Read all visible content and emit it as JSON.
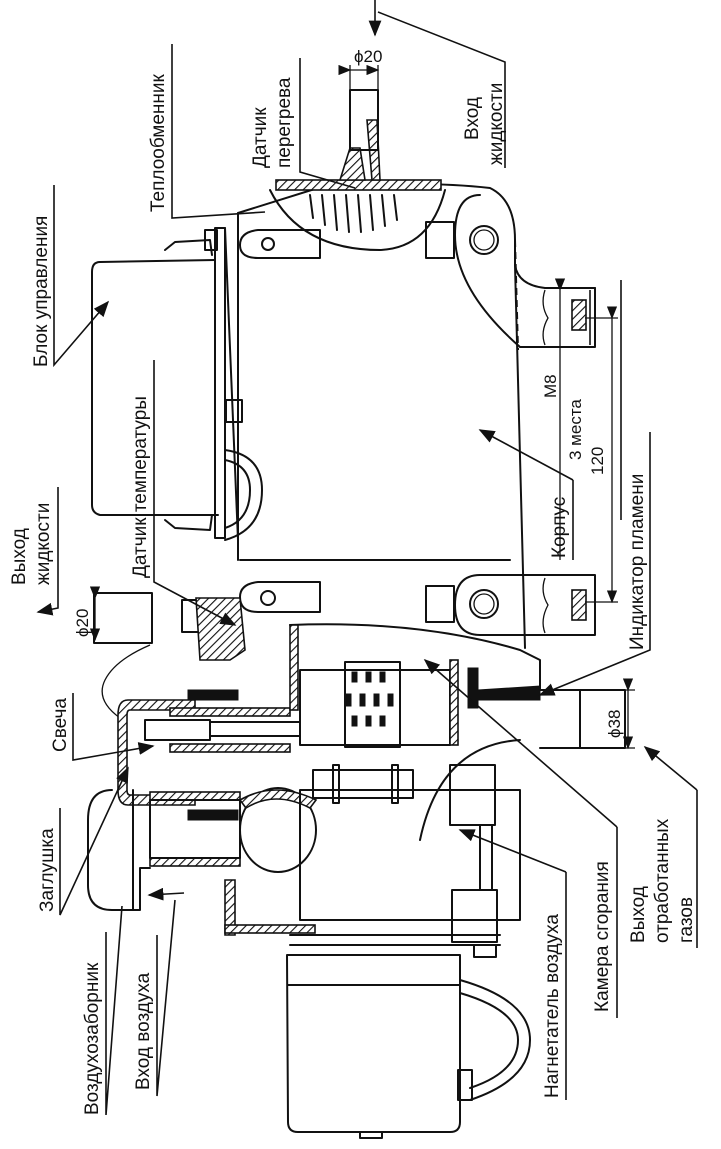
{
  "figure": {
    "title": "Жидкостный подогреватель — устройство",
    "labels": {
      "vhod_zhidkosti": [
        "Вход",
        "жидкости"
      ],
      "teploobmennik": "Теплообменник",
      "datchik_peregreva": [
        "Датчик",
        "перегрева"
      ],
      "blok_upravleniya": "Блок управления",
      "datchik_temperatury": "Датчик температуры",
      "vyhod_zhidkosti": [
        "Выход",
        "жидкости"
      ],
      "svecha": "Свеча",
      "zaglushka": "Заглушка",
      "vozduhozabornik": "Воздухозаборник",
      "vhod_vozduha": "Вход воздуха",
      "nagnetatel_vozduha": "Нагнетатель воздуха",
      "kamera_sgoraniya": "Камера сгорания",
      "vyhod_gazov": [
        "Выход",
        "отработанных",
        "газов"
      ],
      "korpus": "Корпус",
      "indikator_plameni": "Индикатор пламени"
    },
    "dimensions": {
      "inlet_diameter": "ϕ20",
      "outlet_diameter": "ϕ20",
      "exhaust_diameter": "ϕ38",
      "thread": "M8",
      "places": "3 места",
      "spacing": "120"
    }
  }
}
